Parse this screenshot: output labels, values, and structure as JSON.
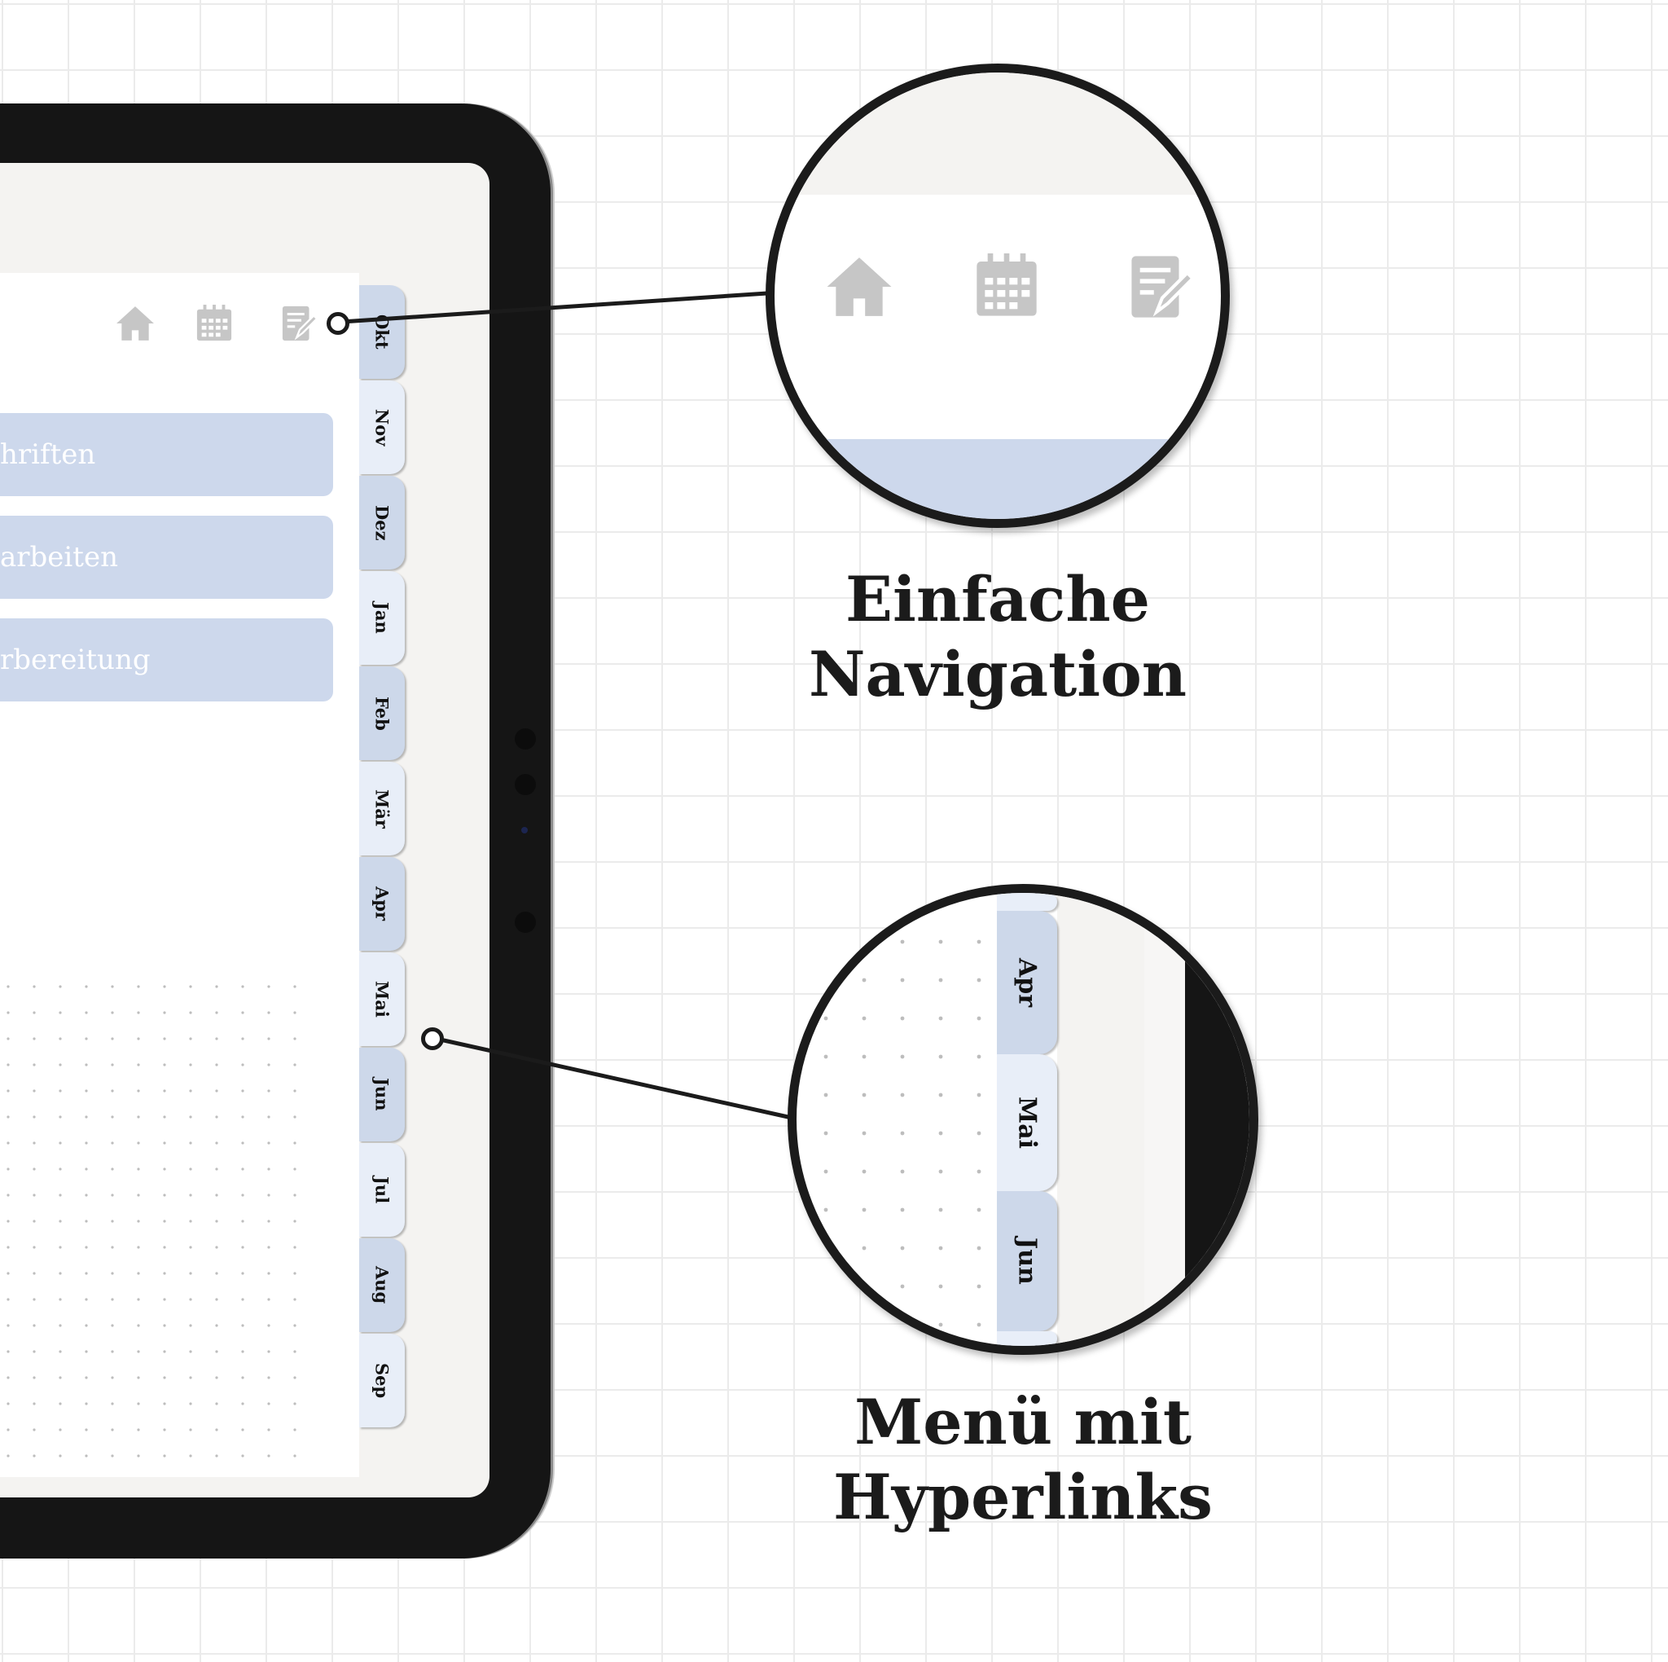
{
  "nav_icons": [
    "home-icon",
    "calendar-icon",
    "edit-note-icon"
  ],
  "menu_buttons": [
    "hriften",
    "arbeiten",
    "rbereitung"
  ],
  "month_tabs": [
    "Okt",
    "Nov",
    "Dez",
    "Jan",
    "Feb",
    "Mär",
    "Apr",
    "Mai",
    "Jun",
    "Jul",
    "Aug",
    "Sep"
  ],
  "zoom_tabs": [
    "Apr",
    "Mai",
    "Jun"
  ],
  "captions": {
    "nav_line1": "Einfache",
    "nav_line2": "Navigation",
    "menu_line1": "Menü mit",
    "menu_line2": "Hyperlinks"
  },
  "colors": {
    "tab_dark": "#cdd8ea",
    "tab_light": "#e8eef8",
    "button": "#cdd8ec",
    "icon": "#c6c6c6",
    "bezel": "#151515"
  }
}
